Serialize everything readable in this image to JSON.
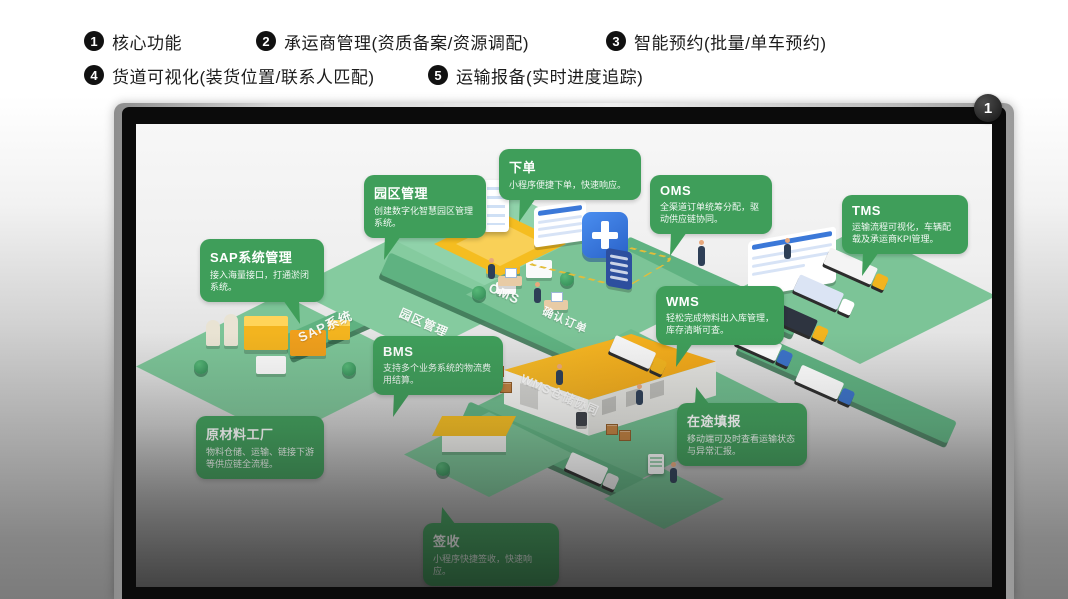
{
  "legend": {
    "items": [
      {
        "num": "1",
        "label": "核心功能"
      },
      {
        "num": "2",
        "label": "承运商管理(资质备案/资源调配)"
      },
      {
        "num": "3",
        "label": "智能预约(批量/单车预约)"
      },
      {
        "num": "4",
        "label": "货道可视化(装货位置/联系人匹配)"
      },
      {
        "num": "5",
        "label": "运输报备(实时进度追踪)"
      }
    ]
  },
  "monitor": {
    "badge": "1"
  },
  "callouts": [
    {
      "title": "园区管理",
      "desc": "创建数字化智慧园区管理系统。"
    },
    {
      "title": "下单",
      "desc": "小程序便捷下单，快速响应。"
    },
    {
      "title": "OMS",
      "desc": "全渠道订单统筹分配，驱动供应链协同。"
    },
    {
      "title": "TMS",
      "desc": "运输流程可视化，车辆配载及承运商KPI管理。"
    },
    {
      "title": "SAP系统管理",
      "desc": "接入海量接口，打通淤闭系统。"
    },
    {
      "title": "WMS",
      "desc": "轻松完成物料出入库管理，库存清晰可查。"
    },
    {
      "title": "BMS",
      "desc": "支持多个业务系统的物流费用结算。"
    },
    {
      "title": "原材料工厂",
      "desc": "物料仓储、运输、链接下游等供应链全流程。"
    },
    {
      "title": "在途填报",
      "desc": "移动端可及时查看运输状态与异常汇报。"
    },
    {
      "title": "签收",
      "desc": "小程序快捷签收，快速响应。"
    }
  ],
  "road_labels": [
    "SAP系统",
    "园区管理",
    "OMS",
    "确认订单",
    "WMS仓储协同"
  ],
  "colors": {
    "callout_green": "#3f9e5a",
    "platform_green": "#7cc497",
    "accent_yellow": "#f5bd20",
    "dashboard_blue": "#2a62c8",
    "badge_black": "#111111"
  }
}
